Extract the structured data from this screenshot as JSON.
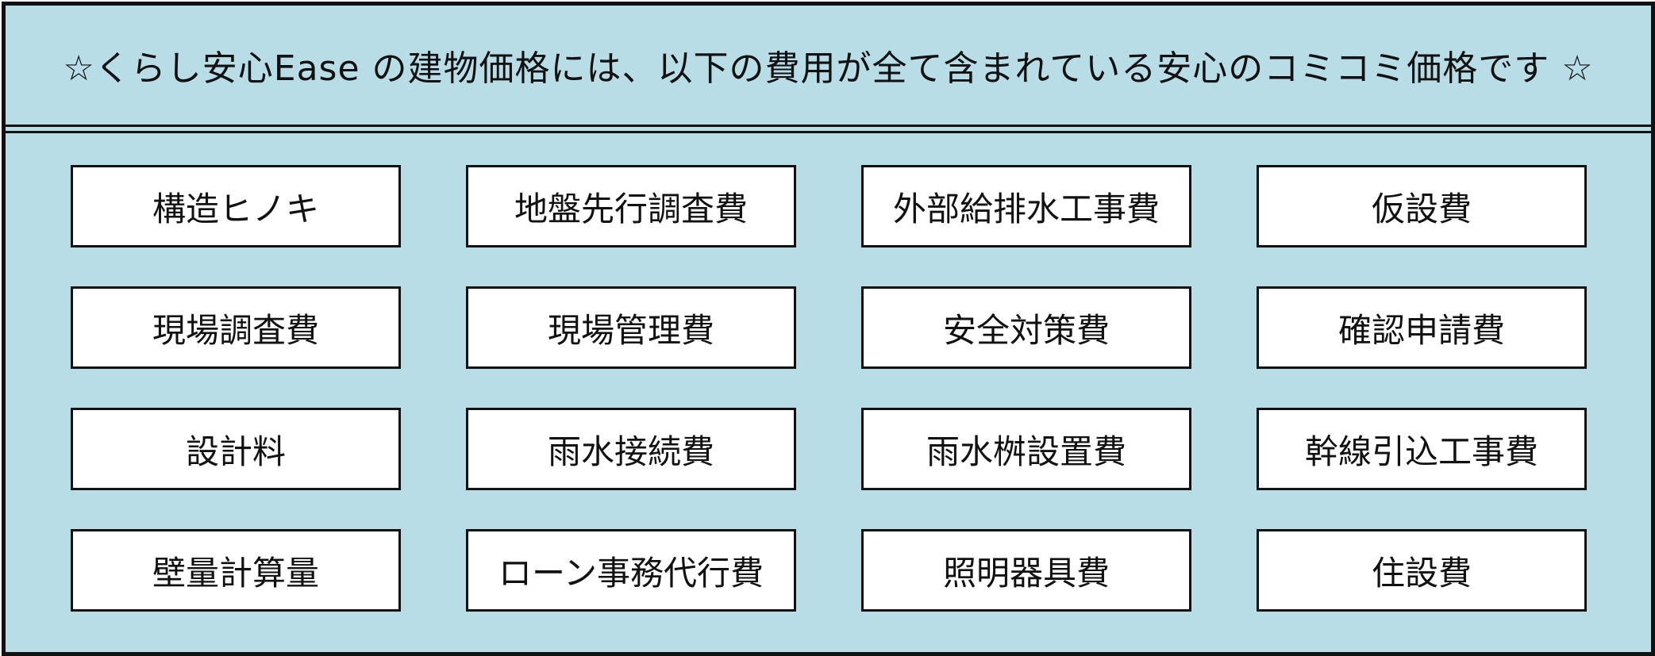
{
  "header": {
    "title": "☆くらし安心Ease の建物価格には、以下の費用が全て含まれている安心のコミコミ価格です ☆"
  },
  "items": [
    "構造ヒノキ",
    "地盤先行調査費",
    "外部給排水工事費",
    "仮設費",
    "現場調査費",
    "現場管理費",
    "安全対策費",
    "確認申請費",
    "設計料",
    "雨水接続費",
    "雨水桝設置費",
    "幹線引込工事費",
    "壁量計算量",
    "ローン事務代行費",
    "照明器具費",
    "住設費"
  ],
  "colors": {
    "panel_background": "#b9dde6",
    "border": "#111111",
    "tag_background": "#ffffff"
  }
}
